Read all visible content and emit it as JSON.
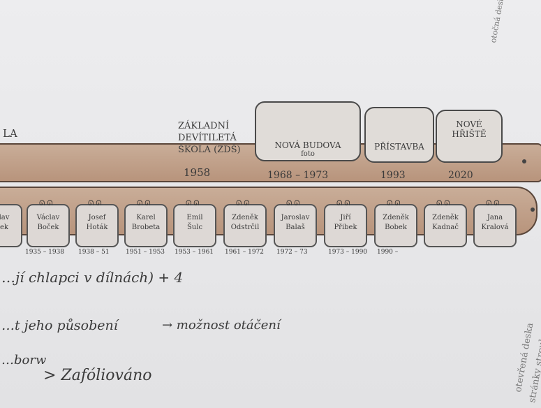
{
  "top_left_label": "LA",
  "school_label": [
    "ZÁKLADNÍ",
    "DEVÍTILETÁ",
    "ŠKOLA (ZDŠ)"
  ],
  "timeline_years": [
    "1958",
    "1968 – 1973",
    "1993",
    "2020"
  ],
  "boxes": [
    {
      "line1": "NOVÁ BUDOVA",
      "line2": "foto"
    },
    {
      "line1": "PŘÍSTAVBA",
      "line2": ""
    },
    {
      "line1": "NOVÉ",
      "line2": "HŘIŠTĚ"
    }
  ],
  "portraits": [
    {
      "line1": "…lav",
      "line2": "…ek",
      "years": ""
    },
    {
      "line1": "Václav",
      "line2": "Boček",
      "years": "1935 – 1938"
    },
    {
      "line1": "Josef",
      "line2": "Hoták",
      "years": "1938 – 51"
    },
    {
      "line1": "Karel",
      "line2": "Brobeta",
      "years": "1951 – 1953"
    },
    {
      "line1": "Emil",
      "line2": "Šulc",
      "years": "1953 – 1961"
    },
    {
      "line1": "Zdeněk",
      "line2": "Odstrčil",
      "years": "1961 – 1972"
    },
    {
      "line1": "Jaroslav",
      "line2": "Balaš",
      "years": "1972 – 73"
    },
    {
      "line1": "Jiří",
      "line2": "Přibek",
      "years": "1973 – 1990"
    },
    {
      "line1": "Zdeněk",
      "line2": "Bobek",
      "years": "1990 –"
    },
    {
      "line1": "Zdeněk",
      "line2": "Kadnač",
      "years": ""
    },
    {
      "line1": "Jana",
      "line2": "Kralová",
      "years": ""
    }
  ],
  "notes": [
    "…jí chlapci v dílnách) + 4",
    "…t jeho působení",
    "→ možnost otáčení",
    "…borw",
    "> Zafóliováno"
  ],
  "right_margin": [
    "otočná deska",
    "otevřená deska",
    "stránky strouhy"
  ]
}
